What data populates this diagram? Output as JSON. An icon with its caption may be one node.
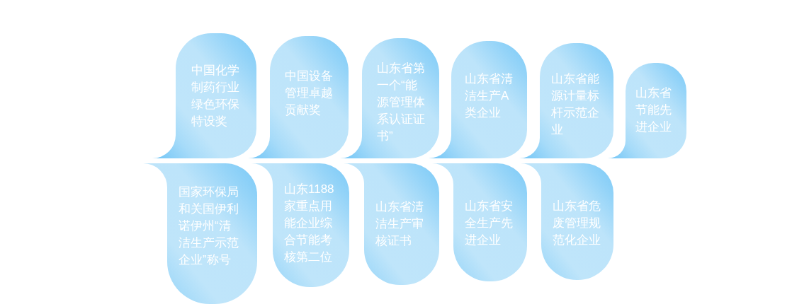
{
  "diagram": {
    "nodes": [
      {
        "text": [
          "中国化学制药行业绿色环保特设奖"
        ]
      },
      {
        "text": [
          "中国设备管理卓越贡献奖"
        ]
      },
      {
        "text": [
          "山东省第一个“能源管理体系认证证书”"
        ]
      },
      {
        "text": [
          "山东省清洁生产A类企业"
        ]
      },
      {
        "text": [
          "山东省能源计量标杆示范企业"
        ]
      },
      {
        "text": [
          "山东省节能先进企业"
        ]
      },
      {
        "text": [
          "国家环保局和关国伊利诺伊州“清洁生产示范企业”称号"
        ]
      },
      {
        "text": [
          "山东1188家重点用能企业综合节能考核第二位"
        ]
      },
      {
        "text": [
          "山东省清洁生产审核证书"
        ]
      },
      {
        "text": [
          "山东省安全生产先进企业"
        ]
      },
      {
        "text": [
          "山东省危废管理规范化企业"
        ]
      }
    ]
  }
}
